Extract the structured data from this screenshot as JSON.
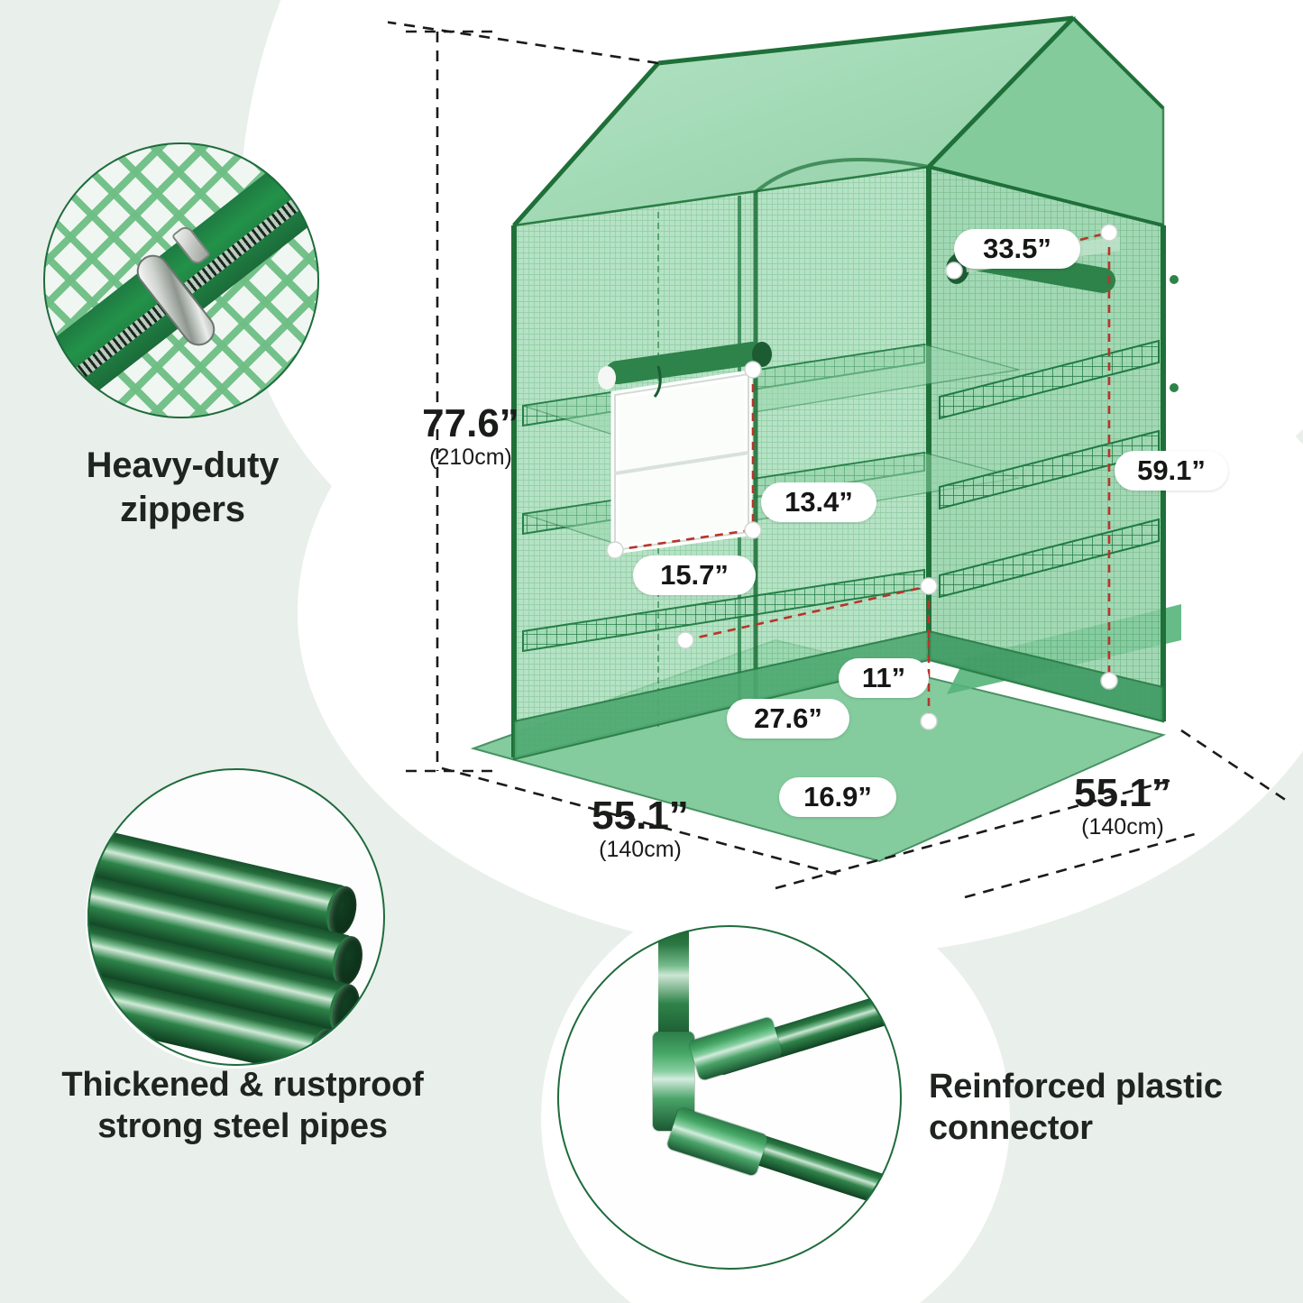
{
  "product": {
    "type": "walk-in-greenhouse-infographic",
    "background_color": "#e9efea",
    "accent_green": "#1e6b3c",
    "frame_green": "#2d8349"
  },
  "features": [
    {
      "id": "zippers",
      "icon": "zipper-icon",
      "caption_line1": "Heavy-duty",
      "caption_line2": "zippers"
    },
    {
      "id": "steel-pipes",
      "icon": "steel-pipes-icon",
      "caption_line1": "Thickened & rustproof",
      "caption_line2": "strong steel pipes"
    },
    {
      "id": "connector",
      "icon": "plastic-connector-icon",
      "caption_line1": "Reinforced plastic",
      "caption_line2": "connector"
    }
  ],
  "dimensions": {
    "height": {
      "inch": "77.6”",
      "cm": "(210cm)"
    },
    "width_front": {
      "inch": "55.1”",
      "cm": "(140cm)"
    },
    "width_side": {
      "inch": "55.1”",
      "cm": "(140cm)"
    },
    "roof_vent": "33.5”",
    "shelf_column_height": "59.1”",
    "window_height": "13.4”",
    "window_width": "15.7”",
    "shelf_depth_front": "27.6”",
    "shelf_width_small": "11”",
    "base_depth": "16.9”"
  }
}
